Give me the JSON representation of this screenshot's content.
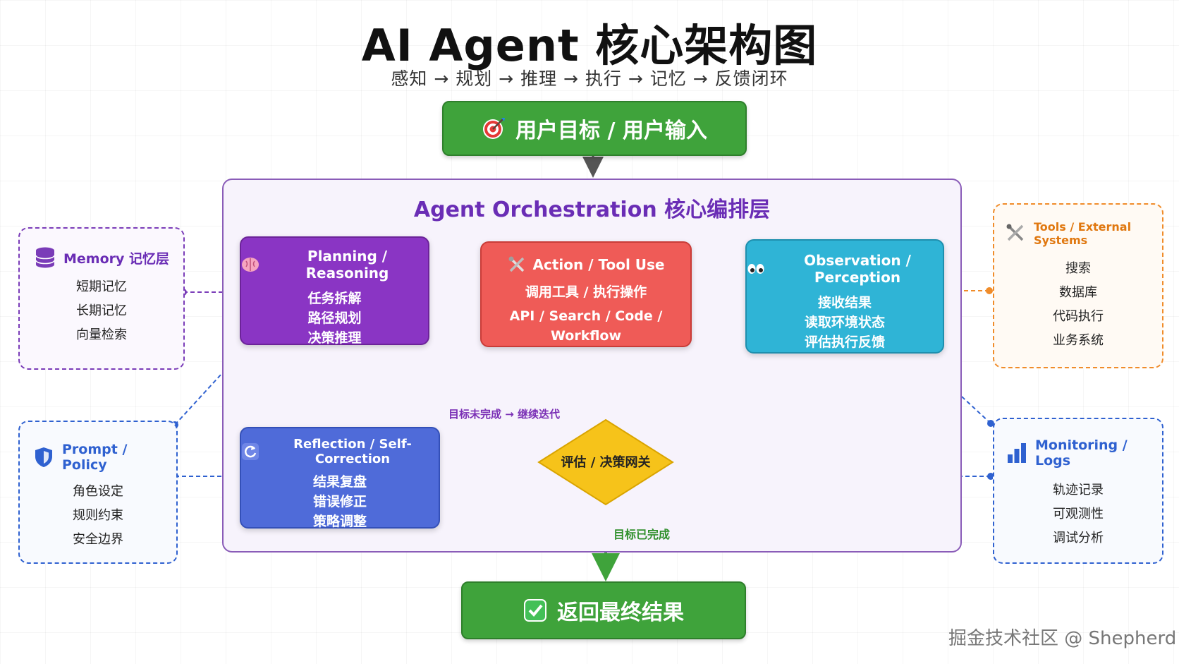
{
  "title": "AI Agent 核心架构图",
  "subtitle": "感知 → 规划 → 推理 → 执行 → 记忆 → 反馈闭环",
  "input": {
    "label": "用户目标 / 用户输入",
    "icon": "target-icon"
  },
  "orchestration": {
    "title": "Agent Orchestration 核心编排层"
  },
  "planning": {
    "title": "Planning / Reasoning",
    "icon": "brain-icon",
    "lines": [
      "任务拆解",
      "路径规划",
      "决策推理"
    ]
  },
  "action": {
    "title": "Action / Tool Use",
    "icon": "tools-icon",
    "lines": [
      "调用工具 / 执行操作",
      "API / Search / Code / Workflow"
    ]
  },
  "observation": {
    "title": "Observation / Perception",
    "icon": "eyes-icon",
    "lines": [
      "接收结果",
      "读取环境状态",
      "评估执行反馈"
    ]
  },
  "reflection": {
    "title": "Reflection / Self-Correction",
    "icon": "refresh-icon",
    "lines": [
      "结果复盘",
      "错误修正",
      "策略调整"
    ]
  },
  "gate": {
    "label": "评估 / 决策网关"
  },
  "loop_label": "目标未完成 → 继续迭代",
  "done_label": "目标已完成",
  "result": {
    "label": "返回最终结果",
    "icon": "check-icon"
  },
  "memory": {
    "title": "Memory  记忆层",
    "icon": "database-icon",
    "items": [
      "短期记忆",
      "长期记忆",
      "向量检索"
    ]
  },
  "prompt": {
    "title": "Prompt / Policy",
    "icon": "shield-icon",
    "items": [
      "角色设定",
      "规则约束",
      "安全边界"
    ]
  },
  "tools": {
    "title": "Tools / External Systems",
    "icon": "tools-icon",
    "items": [
      "搜索",
      "数据库",
      "代码执行",
      "业务系统"
    ]
  },
  "monitoring": {
    "title": "Monitoring / Logs",
    "icon": "bar-chart-icon",
    "items": [
      "轨迹记录",
      "可观测性",
      "调试分析"
    ]
  },
  "watermark": "掘金技术社区 @ Shepherd",
  "colors": {
    "green": "#3fa33b",
    "purple": "#8a35c4",
    "red": "#ef5b57",
    "cyan": "#2fb4d6",
    "blue": "#4f6bd9",
    "gold": "#f6c31a",
    "orange": "#f08c2a",
    "dash_blue": "#2f61d0"
  }
}
